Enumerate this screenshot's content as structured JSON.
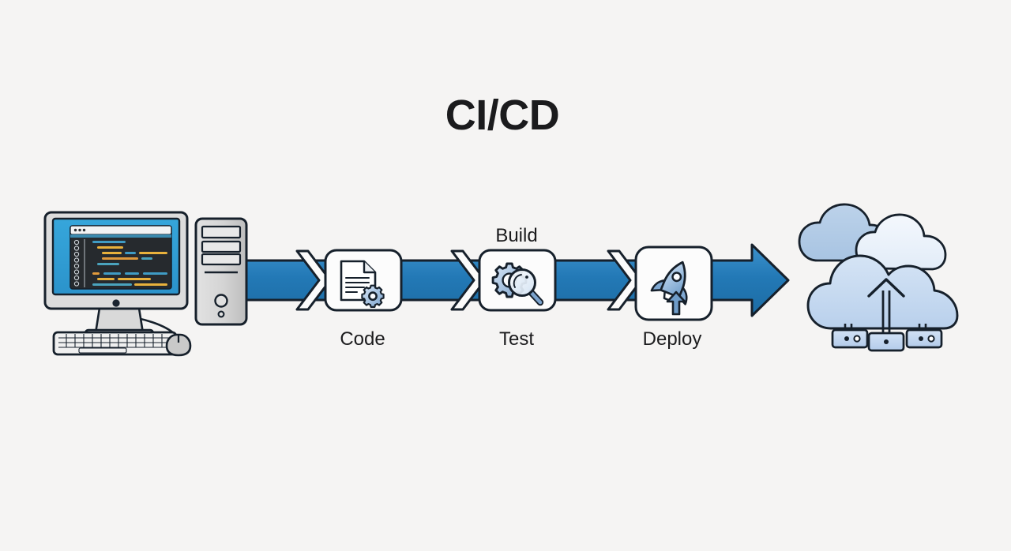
{
  "diagram": {
    "title": "CI/CD",
    "background_color": "#f5f4f3",
    "accent_color": "#1f77b4",
    "outline_color": "#1b2430",
    "text_color": "#1b1b1d"
  },
  "source": {
    "name": "developer-workstation",
    "monitor": {
      "screen_color": "#2f9ed6",
      "editor_background": "#262a2e",
      "titlebar_color": "#f2f3f4",
      "code_line_colors": [
        "#3f9bc4",
        "#e8b13c",
        "#4aa3bd",
        "#e09a3c"
      ]
    },
    "tower": {
      "name": "desktop-tower",
      "body_color": "#d6d6d6",
      "bays": 3
    },
    "keyboard": {
      "name": "keyboard"
    },
    "mouse": {
      "name": "mouse"
    }
  },
  "pipeline": {
    "band_color": "#1f77b4",
    "band_highlight": "#3d92cd",
    "chevrons": 3,
    "stages": [
      {
        "id": "code",
        "label_below": "Code",
        "label_above": "",
        "icon": "document-gear-icon"
      },
      {
        "id": "test",
        "label_below": "Test",
        "label_above": "Build",
        "icon": "gear-magnifier-icon"
      },
      {
        "id": "deploy",
        "label_below": "Deploy",
        "label_above": "",
        "icon": "rocket-icon"
      }
    ]
  },
  "target": {
    "name": "cloud-infrastructure",
    "clouds": 3,
    "cloud_colors": [
      "#b3cbe8",
      "#eef4fb",
      "#cddff2"
    ],
    "server_nodes": 3,
    "server_color": "#c3d8f0",
    "upload_arrow": "upload-arrow-icon"
  }
}
